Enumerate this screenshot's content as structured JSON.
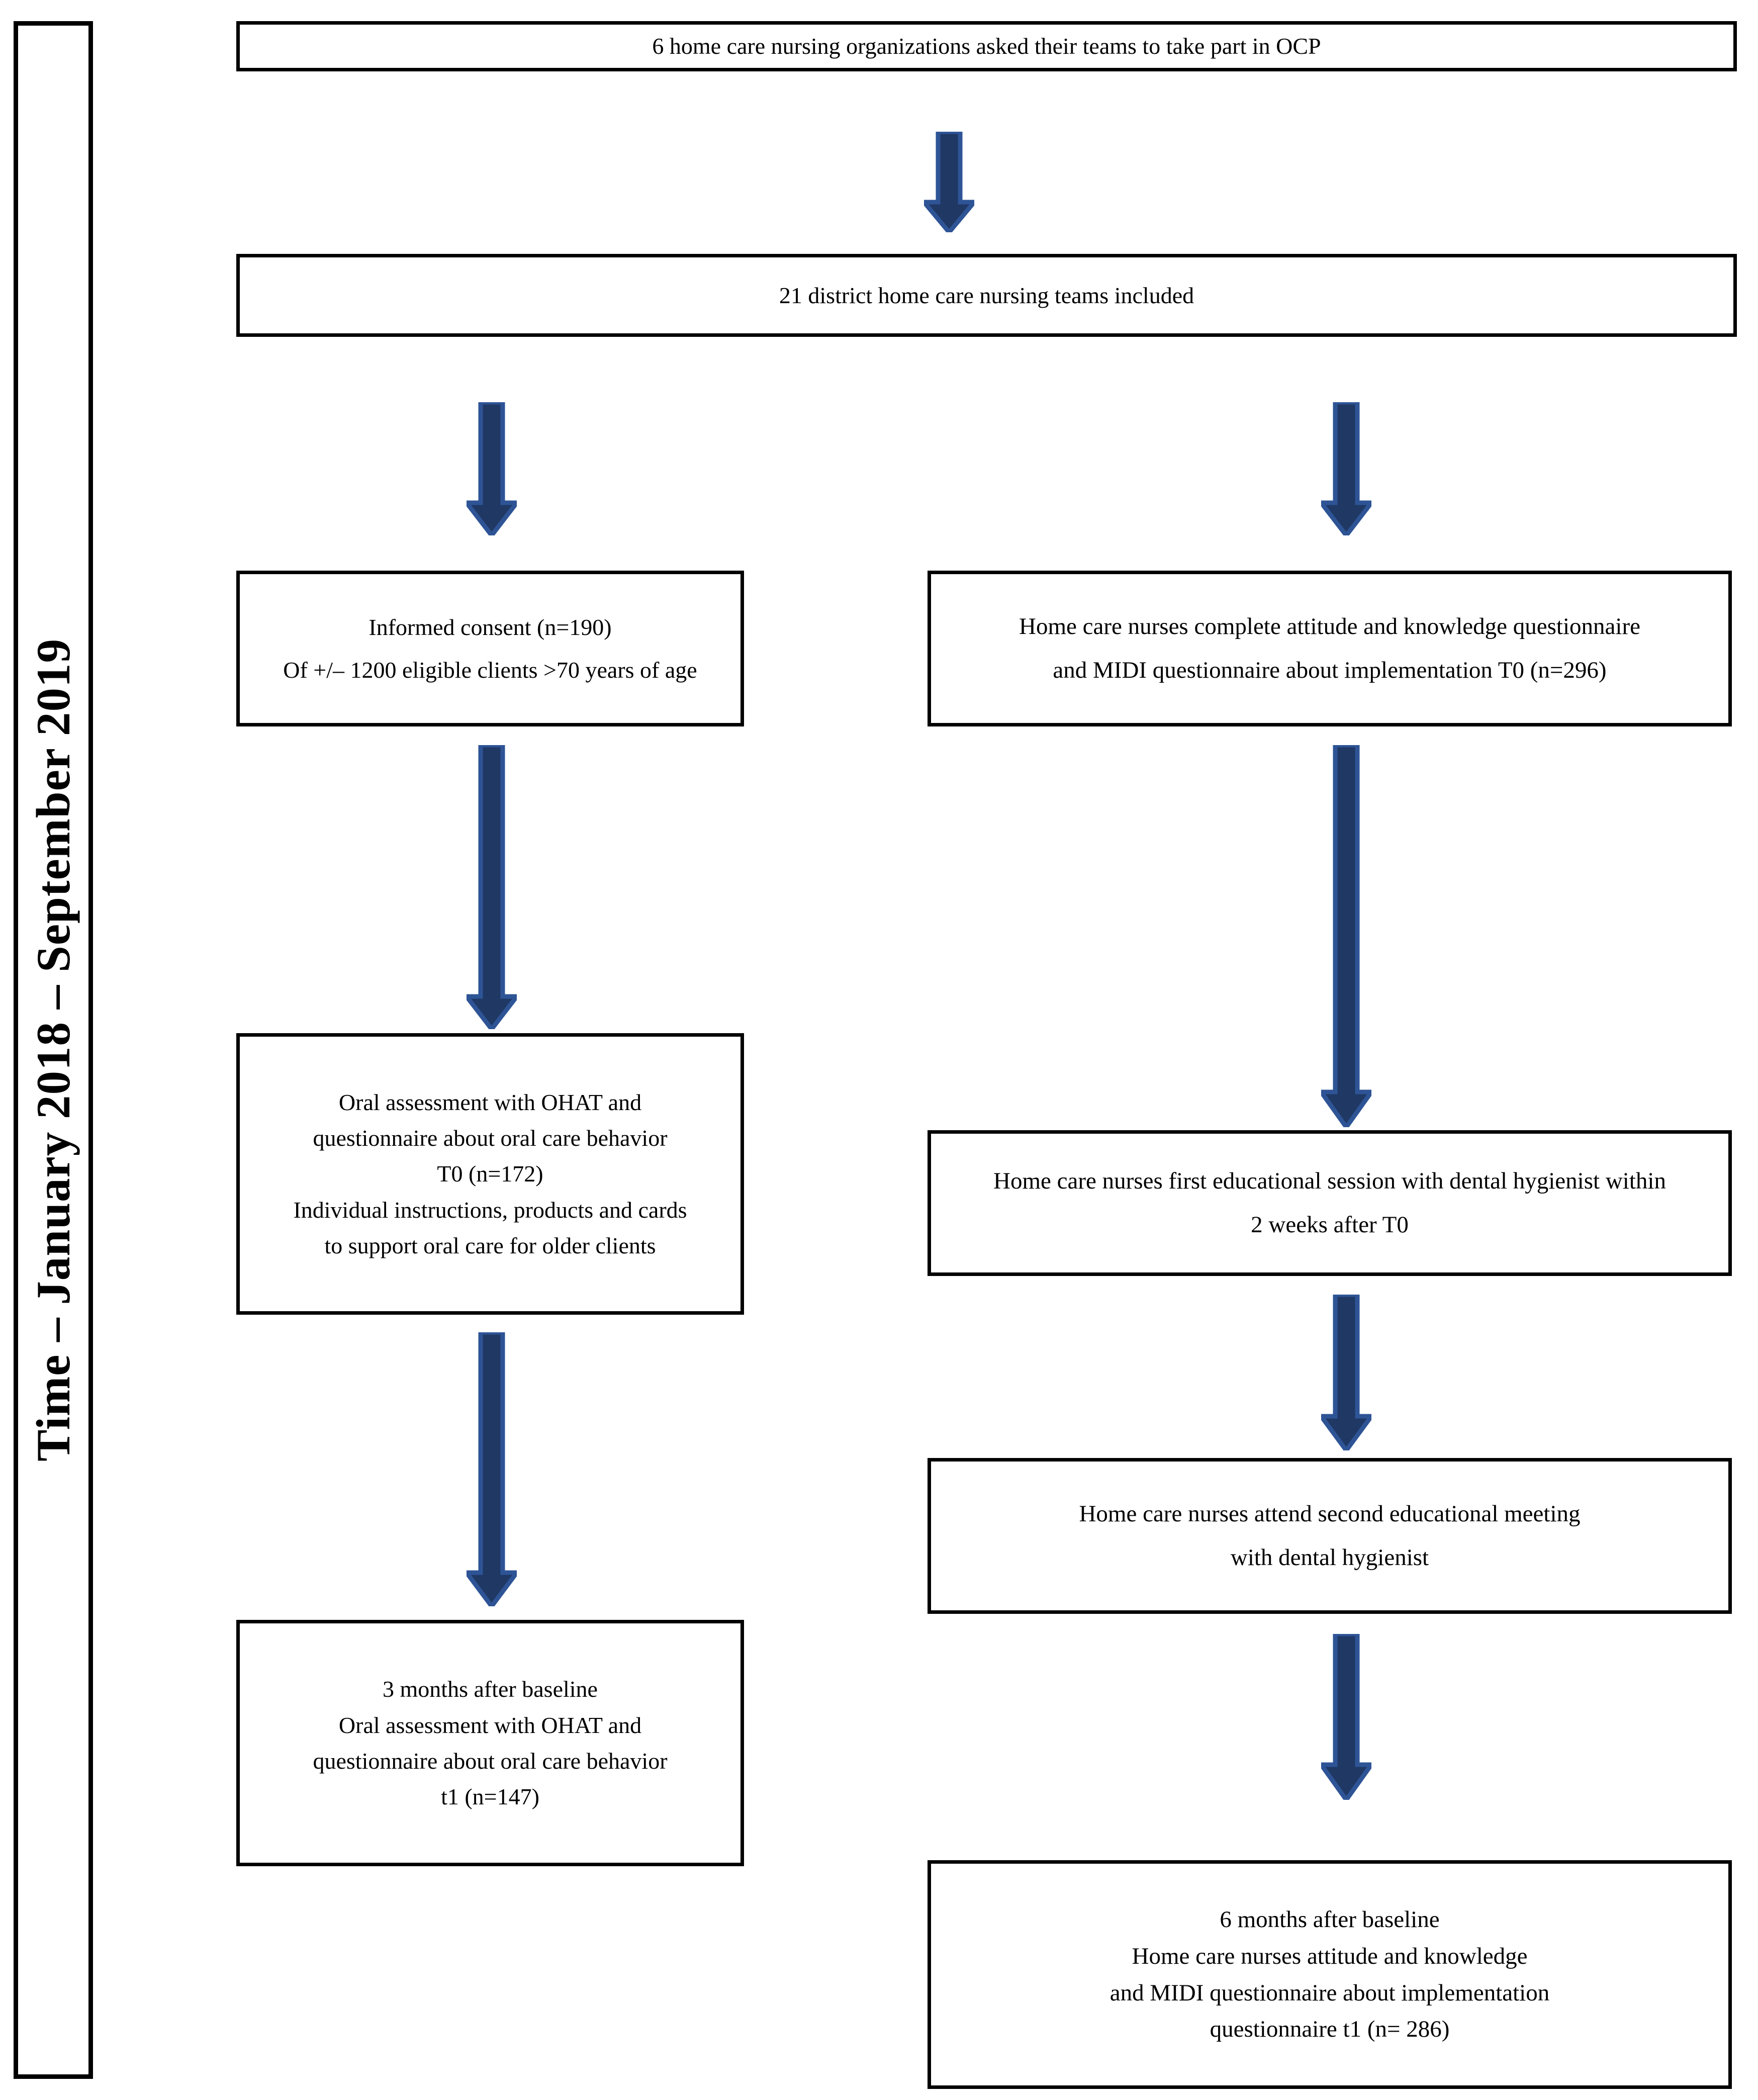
{
  "figure": {
    "type": "flowchart",
    "orientation": "vertical-two-column",
    "accent_color": "#1F3864",
    "accent_border_color": "#2E5496",
    "box_border_color": "#000000",
    "background_color": "#FFFFFF"
  },
  "timeline": {
    "label": "Time – January 2018 – September 2019"
  },
  "nodes": {
    "top_1": {
      "id": "organizations",
      "lines": [
        "6 home care nursing organizations asked their teams to take part in OCP"
      ]
    },
    "top_2": {
      "id": "teams-included",
      "lines": [
        "21 district home care nursing teams included"
      ]
    },
    "left_1": {
      "id": "informed-consent",
      "lines": [
        "Informed consent (n=190)",
        "Of +/–  1200 eligible clients >70 years of age"
      ]
    },
    "left_2": {
      "id": "oral-assessment-t0",
      "lines": [
        "Oral assessment with OHAT and",
        "questionnaire about oral care behavior",
        "T0 (n=172)",
        "Individual instructions, products and cards",
        "to support oral care for older clients"
      ]
    },
    "left_3": {
      "id": "oral-assessment-t1",
      "lines": [
        "3 months after baseline",
        "Oral assessment with OHAT and",
        "questionnaire about oral care behavior",
        "t1 (n=147)"
      ]
    },
    "right_1": {
      "id": "nurses-questionnaire-t0",
      "lines": [
        "Home care nurses complete attitude and knowledge questionnaire",
        "and MIDI questionnaire about implementation T0 (n=296)"
      ]
    },
    "right_2": {
      "id": "first-educational-session",
      "lines": [
        "Home care nurses first educational session with dental hygienist within",
        "2 weeks after T0"
      ]
    },
    "right_3": {
      "id": "second-educational-meeting",
      "lines": [
        "Home care nurses attend second educational meeting",
        "with dental hygienist"
      ]
    },
    "right_4": {
      "id": "nurses-questionnaire-t1",
      "lines": [
        "6 months after baseline",
        "Home care nurses attitude and knowledge",
        "and MIDI questionnaire about implementation",
        "questionnaire t1 (n= 286)"
      ]
    }
  },
  "arrows": [
    {
      "id": "arrow-top-to-teams",
      "from": "organizations",
      "to": "teams-included",
      "direction": "down"
    },
    {
      "id": "arrow-teams-to-consent",
      "from": "teams-included",
      "to": "informed-consent",
      "direction": "down"
    },
    {
      "id": "arrow-teams-to-nurses-t0",
      "from": "teams-included",
      "to": "nurses-questionnaire-t0",
      "direction": "down"
    },
    {
      "id": "arrow-consent-to-oral-t0",
      "from": "informed-consent",
      "to": "oral-assessment-t0",
      "direction": "down"
    },
    {
      "id": "arrow-oral-t0-to-oral-t1",
      "from": "oral-assessment-t0",
      "to": "oral-assessment-t1",
      "direction": "down"
    },
    {
      "id": "arrow-nurses-t0-to-session1",
      "from": "nurses-questionnaire-t0",
      "to": "first-educational-session",
      "direction": "down"
    },
    {
      "id": "arrow-session1-to-session2",
      "from": "first-educational-session",
      "to": "second-educational-meeting",
      "direction": "down"
    },
    {
      "id": "arrow-session2-to-nurses-t1",
      "from": "second-educational-meeting",
      "to": "nurses-questionnaire-t1",
      "direction": "down"
    }
  ]
}
